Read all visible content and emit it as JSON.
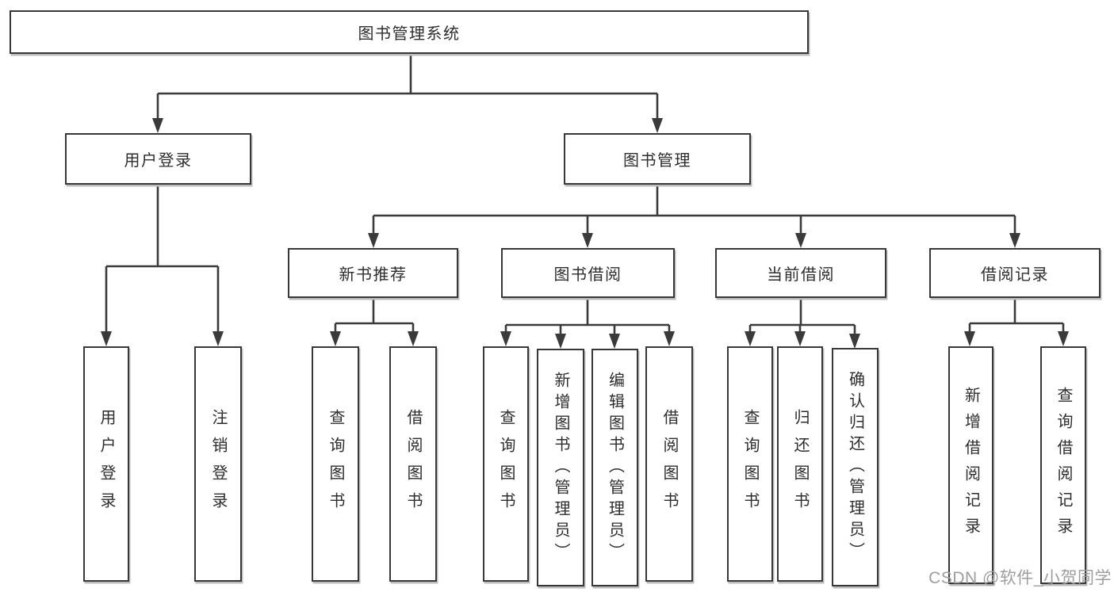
{
  "root": {
    "label": "图书管理系统"
  },
  "branches": [
    {
      "label": "用户登录",
      "children": [
        {
          "label": "用户登录"
        },
        {
          "label": "注销登录"
        }
      ]
    },
    {
      "label": "图书管理",
      "children": [
        {
          "label": "新书推荐",
          "children": [
            {
              "label": "查询图书"
            },
            {
              "label": "借阅图书"
            }
          ]
        },
        {
          "label": "图书借阅",
          "children": [
            {
              "label": "查询图书"
            },
            {
              "label": "新增图书（管理员）"
            },
            {
              "label": "编辑图书（管理员）"
            },
            {
              "label": "借阅图书"
            }
          ]
        },
        {
          "label": "当前借阅",
          "children": [
            {
              "label": "查询图书"
            },
            {
              "label": "归还图书"
            },
            {
              "label": "确认归还（管理员）"
            }
          ]
        },
        {
          "label": "借阅记录",
          "children": [
            {
              "label": "新增借阅记录"
            },
            {
              "label": "查询借阅记录"
            }
          ]
        }
      ]
    }
  ],
  "watermark": "CSDN @软件_小贺同学",
  "colors": {
    "line": "#3a3a3a",
    "box_border": "#383838",
    "text": "#2d2d2d",
    "watermark": "#9e9e9e",
    "background": "#ffffff"
  }
}
